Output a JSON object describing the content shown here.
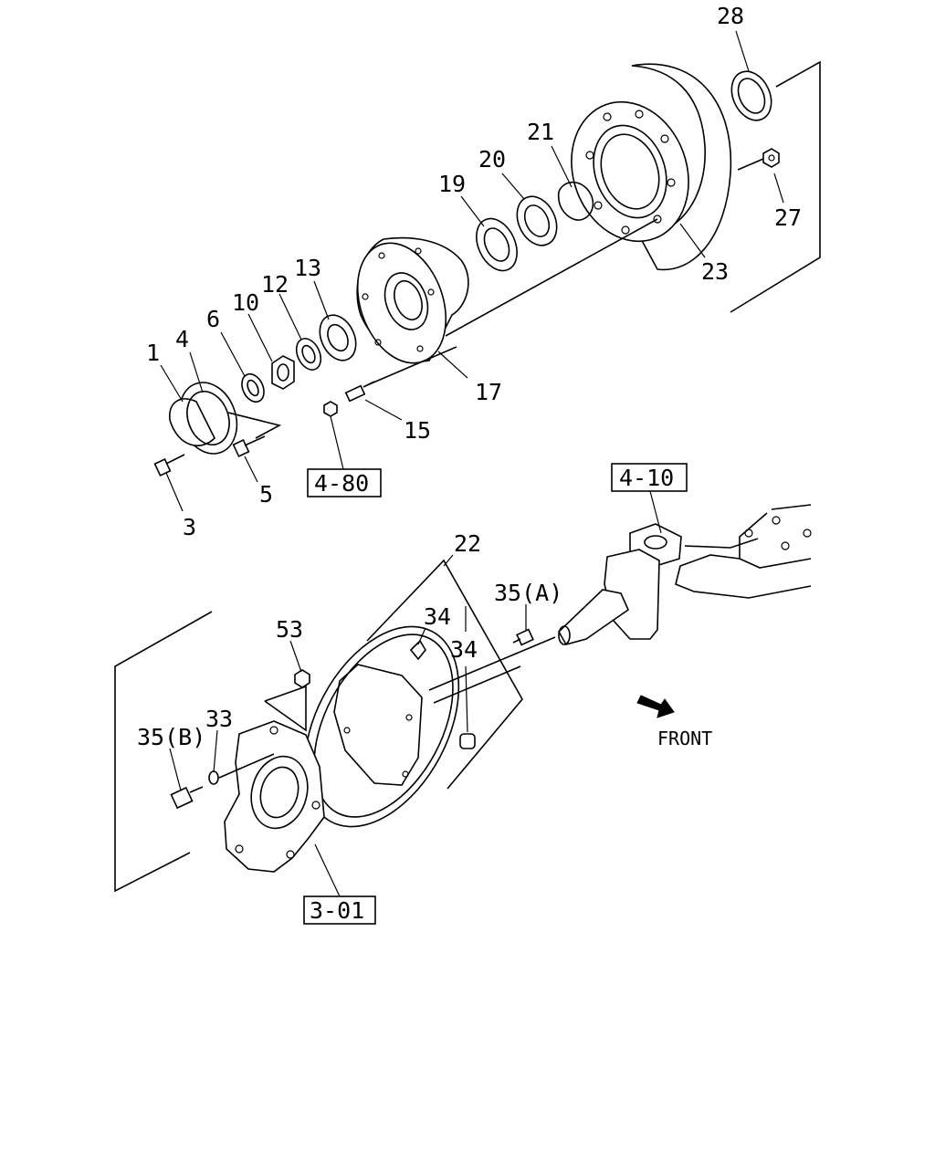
{
  "diagram": {
    "callouts": {
      "c1": "1",
      "c3": "3",
      "c4": "4",
      "c5": "5",
      "c6": "6",
      "c10": "10",
      "c12": "12",
      "c13": "13",
      "c15": "15",
      "c17": "17",
      "c19": "19",
      "c20": "20",
      "c21": "21",
      "c22": "22",
      "c23": "23",
      "c27": "27",
      "c28": "28",
      "c33": "33",
      "c34a": "34",
      "c34b": "34",
      "c35a": "35(A)",
      "c35b": "35(B)",
      "c53": "53"
    },
    "refs": {
      "r480": "4-80",
      "r410": "4-10",
      "r301": "3-01"
    },
    "direction_label": "FRONT"
  }
}
